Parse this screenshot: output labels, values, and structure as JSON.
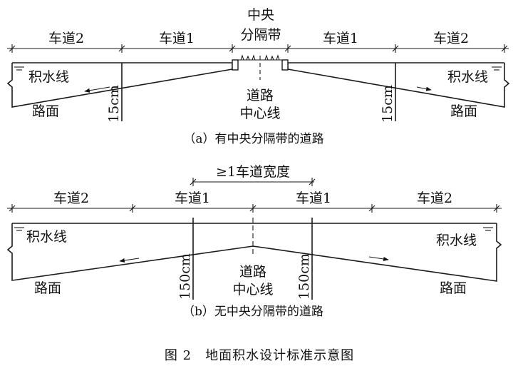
{
  "diagram_a": {
    "lanes": [
      "车道2",
      "车道1",
      "车道1",
      "车道2"
    ],
    "median": [
      "中央",
      "分隔带"
    ],
    "water_line_left": "积水线",
    "water_line_right": "积水线",
    "surface_left": "路面",
    "surface_right": "路面",
    "centerline": [
      "道路",
      "中心线"
    ],
    "depth_left": "15cm",
    "depth_right": "15cm",
    "caption": "（a）有中央分隔带的道路"
  },
  "diagram_b": {
    "width_label": "≥1车道宽度",
    "lanes": [
      "车道2",
      "车道1",
      "车道1",
      "车道2"
    ],
    "water_line_left": "积水线",
    "water_line_right": "积水线",
    "surface_left": "路面",
    "surface_right": "路面",
    "centerline": [
      "道路",
      "中心线"
    ],
    "depth_left": "150cm",
    "depth_right": "150cm",
    "caption": "（b）无中央分隔带的道路"
  },
  "figure_title": "图 2　地面积水设计标准示意图"
}
